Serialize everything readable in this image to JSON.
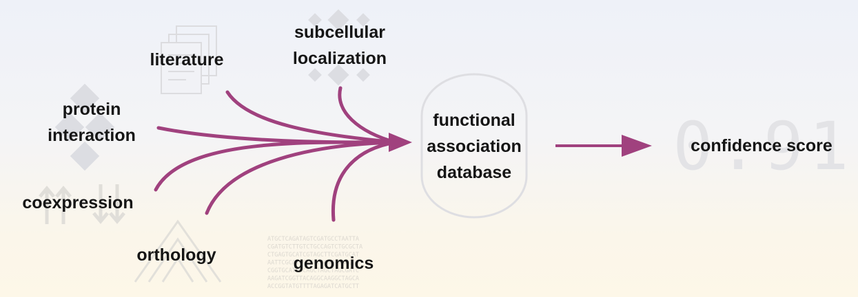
{
  "sources": {
    "literature": "literature",
    "subcellular": [
      "subcellular",
      "localization"
    ],
    "protein": [
      "protein",
      "interaction"
    ],
    "coexpression": "coexpression",
    "orthology": "orthology",
    "genomics": "genomics"
  },
  "hub": [
    "functional",
    "association",
    "database"
  ],
  "output": "confidence score",
  "watermark_score": "0.91",
  "dna_rows": [
    "ATGCTCAGATAGTCGATGCCTAATTA",
    "CGATGTCTTGTCTGCCAGTCTGCGCTA",
    "CTGAGTGCATCGTAGCTTCGATGCAT",
    "AATTCGCATCGGTACCGATTTACGGA",
    "CGGTGCATTGCAGCTAGCTAGCGATC",
    "AAGATCGGTTACAGGCAAGGCTAGCA",
    "ACCGGTATGTTTTAGAGATCATGCTT"
  ],
  "colors": {
    "arrow": "#a0417e",
    "text": "#151515",
    "watermark": "#d9d9dc"
  },
  "icons": [
    "documents-icon",
    "cross-icon",
    "diamonds-icon",
    "updown-arrows-icon",
    "tree-icon",
    "cylinder-icon",
    "dna-sequence-icon"
  ]
}
